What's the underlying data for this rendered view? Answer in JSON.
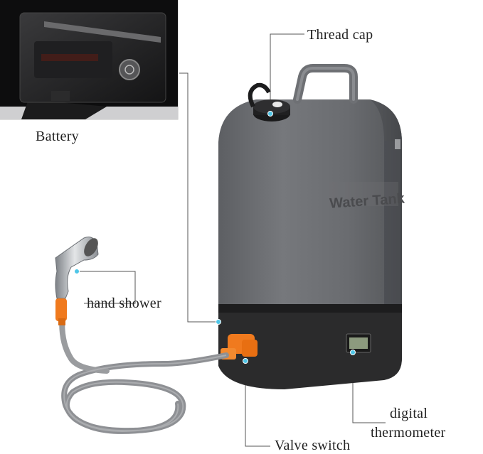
{
  "labels": {
    "thread_cap": "Thread cap",
    "battery": "Battery",
    "hand_shower": "hand shower",
    "digital": "digital",
    "thermometer": "thermometer",
    "valve_switch": "Valve switch"
  },
  "tank_text": "Water Tank",
  "colors": {
    "tank": "#6b6d70",
    "base": "#2b2b2c",
    "hose": "#9a9c9f",
    "accent": "#f07a1e",
    "callout_dot": "#4fc6e8"
  }
}
